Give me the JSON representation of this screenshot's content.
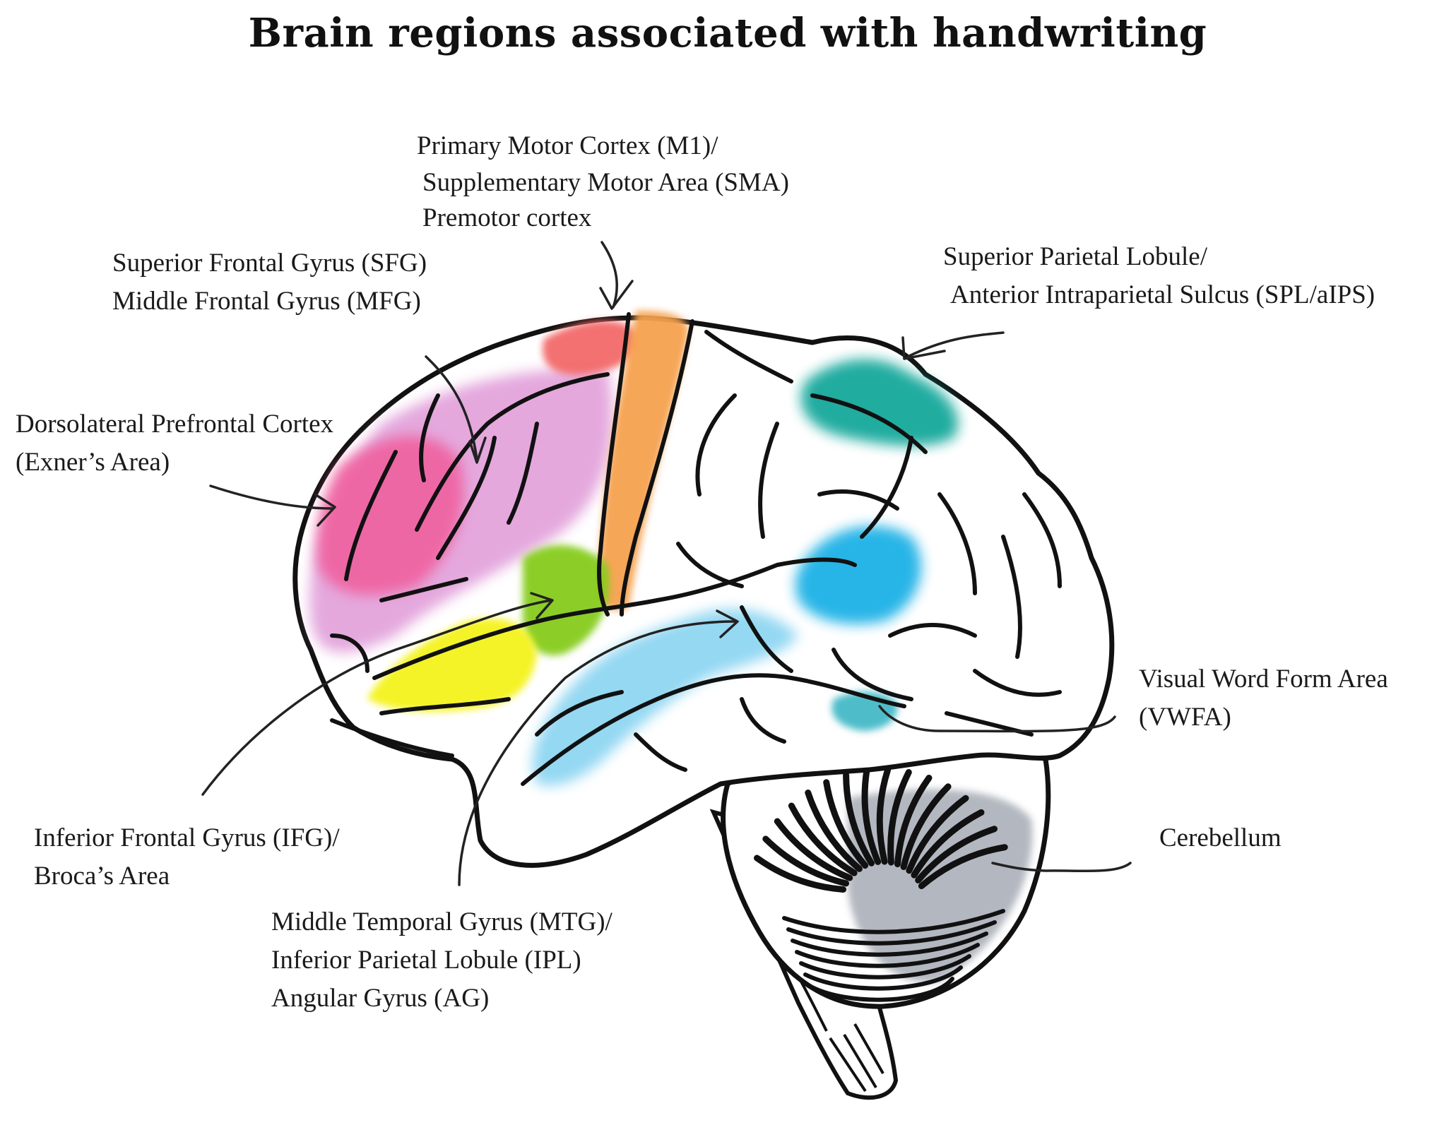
{
  "title": "Brain regions associated with handwriting",
  "labels": {
    "m1": [
      "Primary Motor Cortex (M1)/",
      "Supplementary Motor Area (SMA)",
      "Premotor cortex"
    ],
    "sfg": [
      "Superior Frontal Gyrus (SFG)",
      "Middle Frontal Gyrus (MFG)"
    ],
    "dlpfc": [
      "Dorsolateral Prefrontal Cortex",
      "(Exner’s Area)"
    ],
    "spl": [
      "Superior Parietal Lobule/",
      "Anterior Intraparietal Sulcus (SPL/aIPS)"
    ],
    "vwfa": [
      "Visual Word Form Area",
      "(VWFA)"
    ],
    "cerebellum": [
      "Cerebellum"
    ],
    "ifg": [
      "Inferior Frontal Gyrus (IFG)/",
      "Broca’s Area"
    ],
    "mtg": [
      "Middle Temporal Gyrus (MTG)/",
      "Inferior Parietal Lobule (IPL)",
      "Angular Gyrus (AG)"
    ]
  },
  "colors": {
    "dlpfc": "#f0609f",
    "sfg_mfg": "#e3a4dc",
    "m1_sma": "#f36b6b",
    "premotor": "#f6a24f",
    "ifg_green": "#86cc1b",
    "ifg_yellow": "#f4f31f",
    "spl": "#15a89b",
    "ipl": "#1bb1e6",
    "mtg": "#8fd6f2",
    "vwfa": "#3bb6c4",
    "cerebellum": "#9aa0ab",
    "outline": "#111111"
  }
}
